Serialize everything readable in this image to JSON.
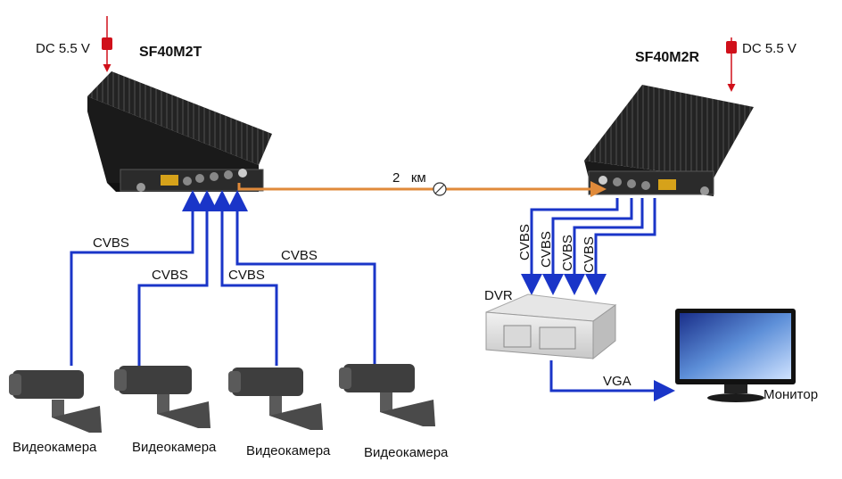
{
  "transmitter": {
    "model": "SF40M2T",
    "power": "DC 5.5 V"
  },
  "receiver": {
    "model": "SF40M2R",
    "power": "DC 5.5 V"
  },
  "fiber": {
    "distance": "2",
    "unit": "км"
  },
  "signal_labels": {
    "cam1": "CVBS",
    "cam2": "CVBS",
    "cam3": "CVBS",
    "cam4": "CVBS",
    "out1": "CVBS",
    "out2": "CVBS",
    "out3": "CVBS",
    "out4": "CVBS"
  },
  "cameras": [
    {
      "label": "Видеокамера"
    },
    {
      "label": "Видеокамера"
    },
    {
      "label": "Видеокамера"
    },
    {
      "label": "Видеокамера"
    }
  ],
  "dvr": {
    "label": "DVR"
  },
  "monitor": {
    "label": "Монитор"
  },
  "video_link": {
    "label": "VGA"
  },
  "colors": {
    "signal": "#1a35c8",
    "fiber": "#e08a3a",
    "power": "#d0101a",
    "device": "#1c1c1c"
  }
}
